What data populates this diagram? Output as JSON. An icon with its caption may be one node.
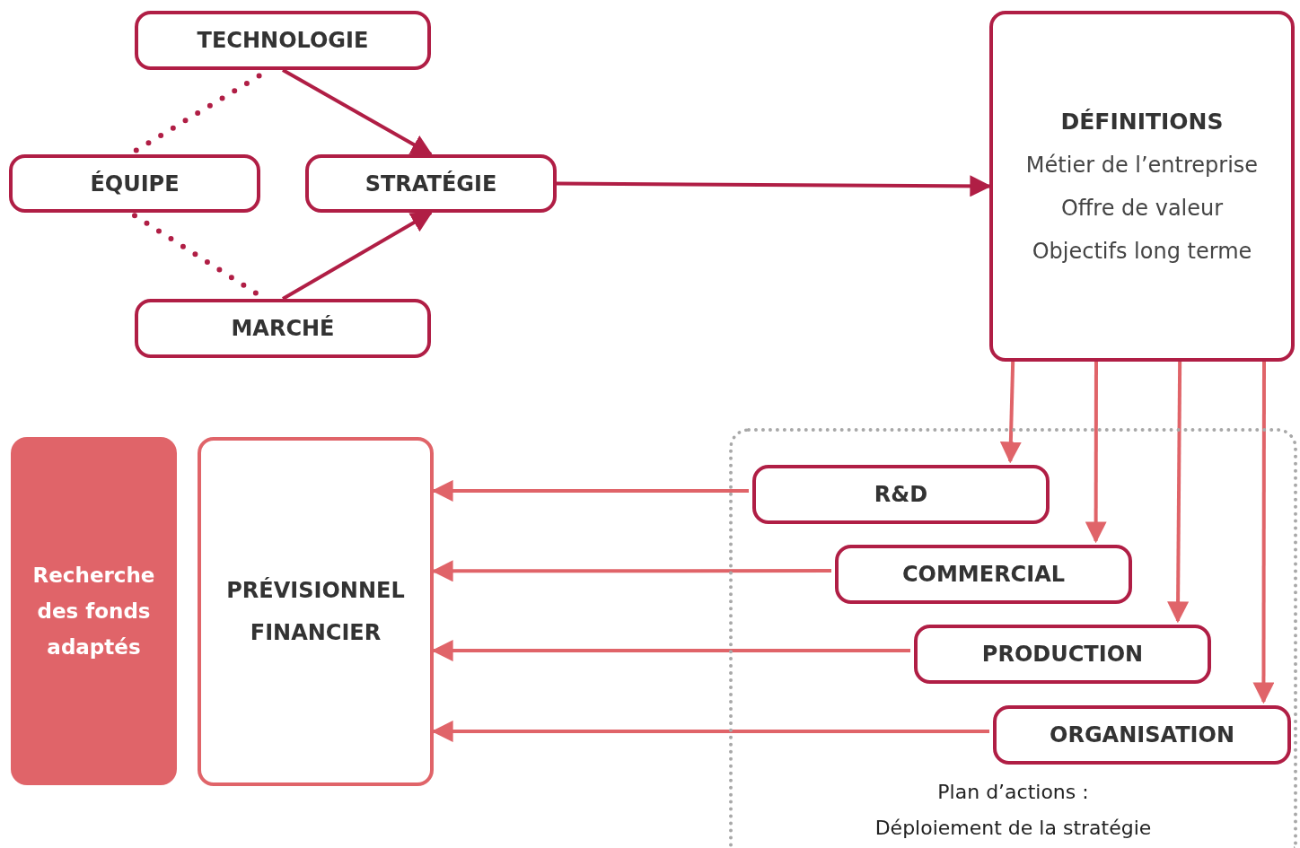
{
  "diagram": {
    "nodes": [
      {
        "text": [
          "TECHNOLOGIE"
        ]
      },
      {
        "text": [
          "ÉQUIPE"
        ]
      },
      {
        "text": [
          "STRATÉGIE"
        ]
      },
      {
        "text": [
          "MARCHÉ"
        ]
      },
      {
        "text": [
          "DÉFINITIONS",
          "Métier de l’entreprise",
          "Offre de valeur",
          "Objectifs long terme"
        ]
      },
      {
        "text": [
          "Recherche des fonds adaptés"
        ]
      },
      {
        "text": [
          "PRÉVISIONNEL FINANCIER"
        ]
      },
      {
        "text": [
          "Plan d’actions :",
          "Déploiement de la stratégie"
        ]
      },
      {
        "text": [
          "R&D"
        ],
        "in": 7
      },
      {
        "text": [
          "COMMERCIAL"
        ],
        "in": 7
      },
      {
        "text": [
          "PRODUCTION"
        ],
        "in": 7
      },
      {
        "text": [
          "ORGANISATION"
        ],
        "in": 7
      }
    ],
    "edges": [
      {
        "from": 0,
        "to": 2,
        "arrow": "to",
        "color": "#b01e45"
      },
      {
        "from": 0,
        "to": 1,
        "arrow": "none",
        "style": "dashed",
        "color": "#b01e45"
      },
      {
        "from": 1,
        "to": 3,
        "arrow": "none",
        "style": "dashed",
        "color": "#b01e45"
      },
      {
        "from": 3,
        "to": 2,
        "arrow": "to",
        "color": "#b01e45"
      },
      {
        "from": 2,
        "to": 4,
        "arrow": "to",
        "color": "#b01e45"
      },
      {
        "from": 4,
        "to": 8,
        "arrow": "to"
      },
      {
        "from": 4,
        "to": 9,
        "arrow": "to"
      },
      {
        "from": 4,
        "to": 10,
        "arrow": "to"
      },
      {
        "from": 4,
        "to": 11,
        "arrow": "to"
      },
      {
        "from": 8,
        "to": 6,
        "arrow": "to"
      },
      {
        "from": 9,
        "to": 6,
        "arrow": "to"
      },
      {
        "from": 10,
        "to": 6,
        "arrow": "to"
      },
      {
        "from": 11,
        "to": 6,
        "arrow": "to"
      }
    ]
  }
}
